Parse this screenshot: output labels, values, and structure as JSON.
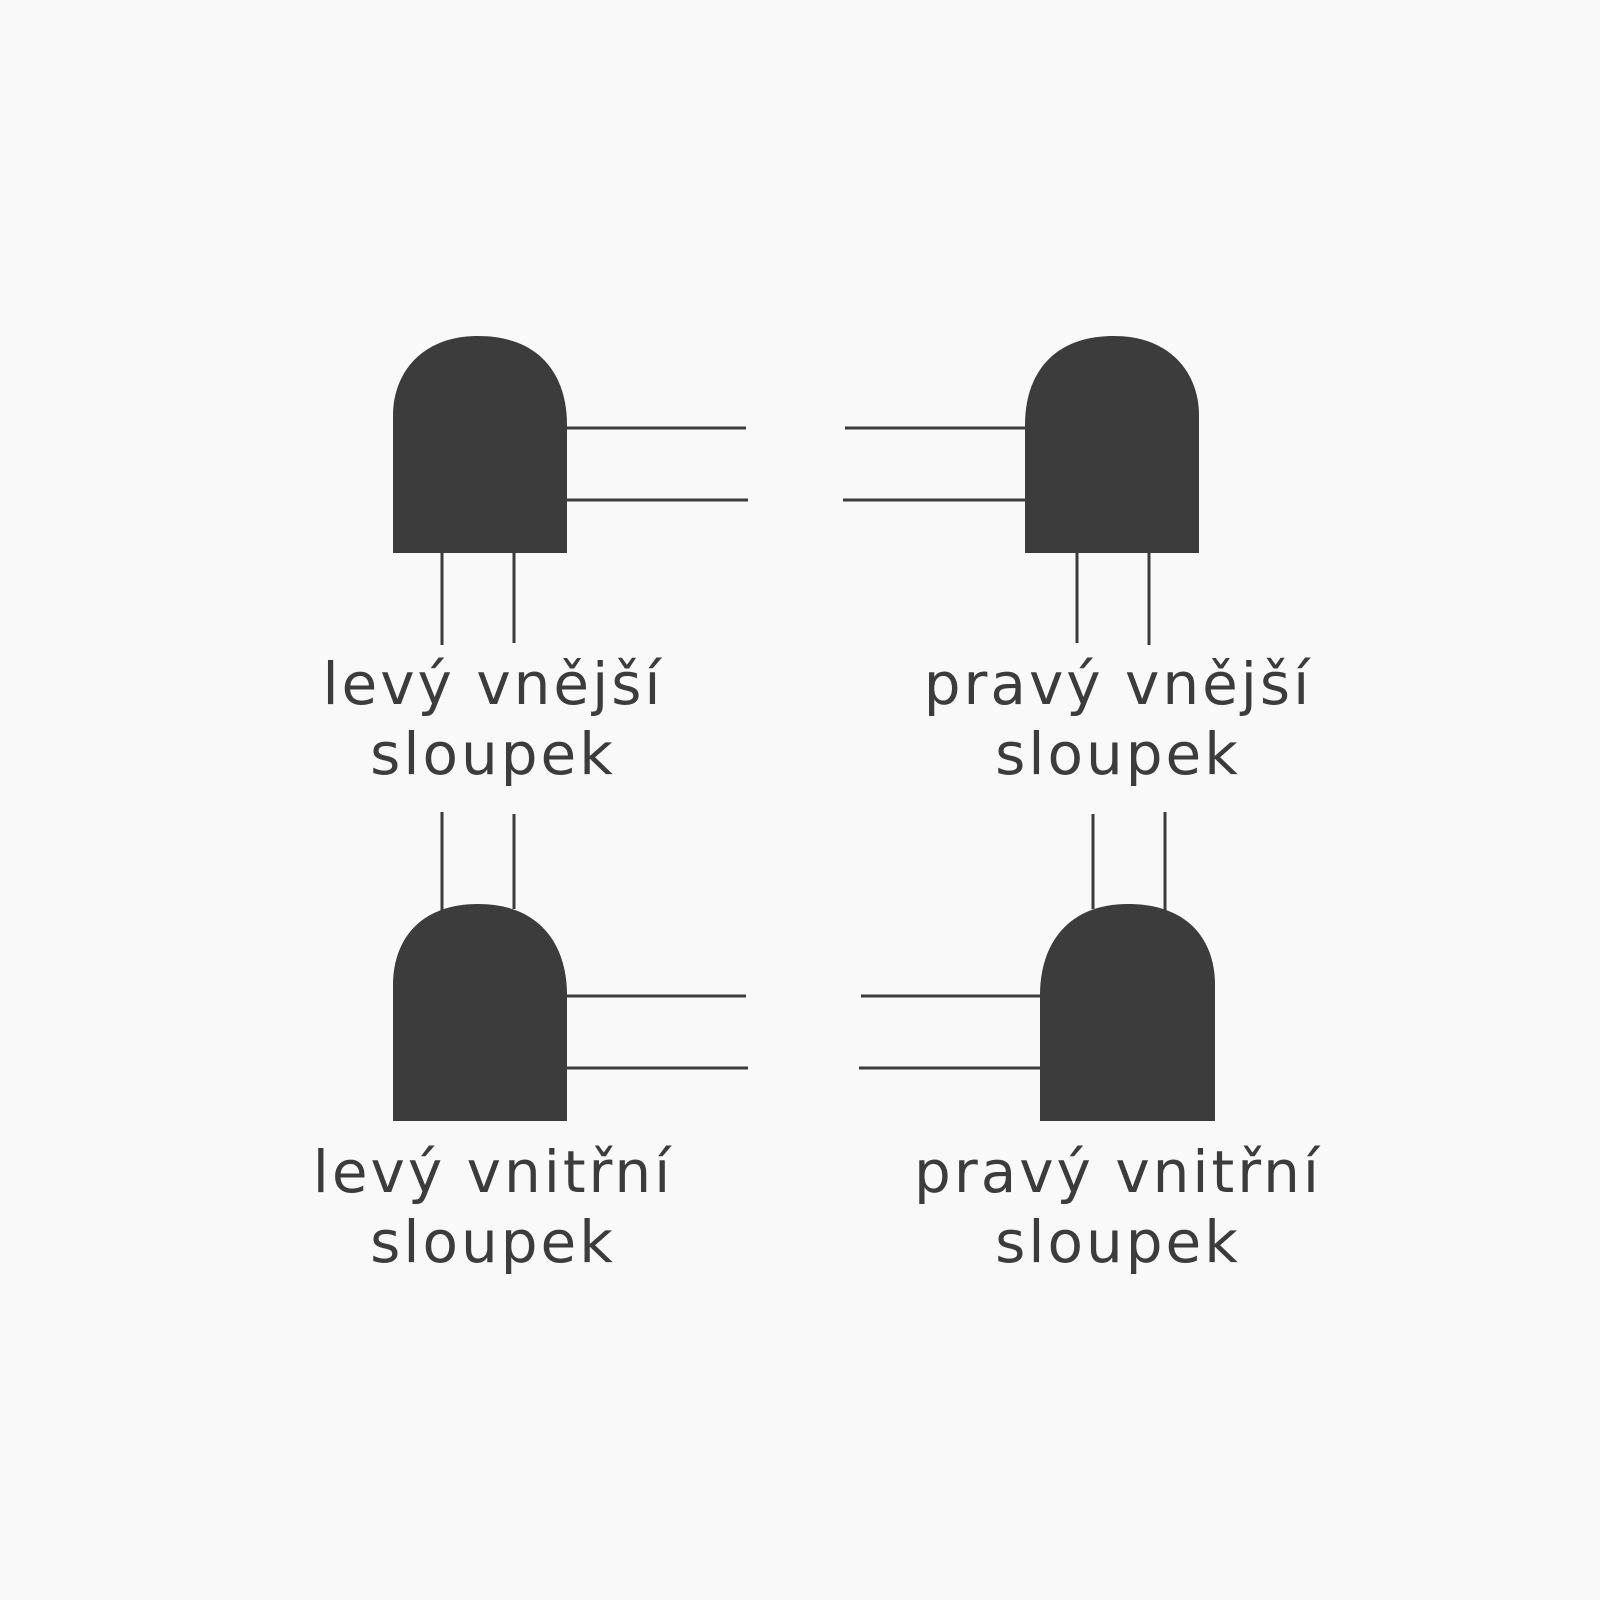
{
  "diagram": {
    "fill_color": "#3c3c3c",
    "background_color": "#f9f9f9",
    "posts": [
      {
        "id": "left-outer",
        "label_line1": "levý vnější",
        "label_line2": "sloupek"
      },
      {
        "id": "right-outer",
        "label_line1": "pravý vnější",
        "label_line2": "sloupek"
      },
      {
        "id": "left-inner",
        "label_line1": "levý vnitřní",
        "label_line2": "sloupek"
      },
      {
        "id": "right-inner",
        "label_line1": "pravý vnitřní",
        "label_line2": "sloupek"
      }
    ]
  }
}
